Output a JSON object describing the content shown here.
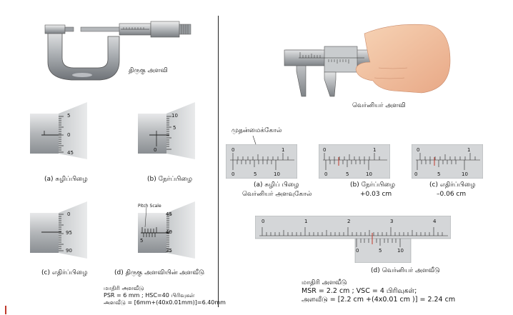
{
  "left": {
    "micrometer_caption": "திருகு அளவி",
    "panels": [
      {
        "caption": "(a) சுழிப்பிழை",
        "ticks": [
          "5",
          "0",
          "45"
        ]
      },
      {
        "caption": "(b) நேர்ப்பிழை",
        "ticks": [
          "10",
          "5",
          "0"
        ]
      },
      {
        "caption": "(c) எதிர்ப்பிழை",
        "ticks": [
          "0",
          "95",
          "90"
        ]
      },
      {
        "caption": "(d) திருகு அளவியின் அளவீடு",
        "ticks": [
          "45",
          "40",
          "35"
        ],
        "pitch_label": "Pitch Scale",
        "main_number": "5"
      }
    ],
    "model": {
      "title": "மாதிரி அளவீடு",
      "line1": "PSR = 6 mm ;  HSC=40  பிரிவுகள்",
      "line2": "அளவீடு   = [6mm+(40x0.01mm)]=6.40mm"
    }
  },
  "right": {
    "caliper_caption": "வெர்னியர் அளவி",
    "main_scale_label": "முதன்மைக்கோல்",
    "vernier_scale_label": "வெர்னியர் அளவுகோல்",
    "panels": [
      {
        "caption": "(a) சுழிப் பிழை",
        "top_labels": [
          "0",
          "1"
        ],
        "bottom_labels": [
          "0",
          "5",
          "10"
        ]
      },
      {
        "caption": "(b) நேர்ப்பிழை",
        "value": "+0.03 cm",
        "top_labels": [
          "0",
          "1"
        ],
        "bottom_labels": [
          "0",
          "5",
          "10"
        ]
      },
      {
        "caption": "(c) எதிர்ப்பிழை",
        "value": "–0.06 cm",
        "top_labels": [
          "0",
          "1"
        ],
        "bottom_labels": [
          "0",
          "5",
          "10"
        ]
      }
    ],
    "reading": {
      "caption": "(d) வெர்னியர் அளவீடு",
      "top_labels": [
        "0",
        "1",
        "2",
        "3",
        "4"
      ],
      "bottom_labels": [
        "0",
        "5",
        "10"
      ]
    },
    "model": {
      "title": "மாதிரி அளவீடு",
      "line1": "MSR = 2.2 cm ; VSC = 4 பிரிவுகள்;",
      "line2": "அளவீடு = [2.2 cm  +(4x0.01 cm )] = 2.24 cm"
    }
  },
  "colors": {
    "metal": "#a9adb1",
    "metal_dark": "#7c8085",
    "metal_light": "#d6d8da",
    "red_tick": "#c0392b",
    "hand": "#f2c4a0"
  }
}
